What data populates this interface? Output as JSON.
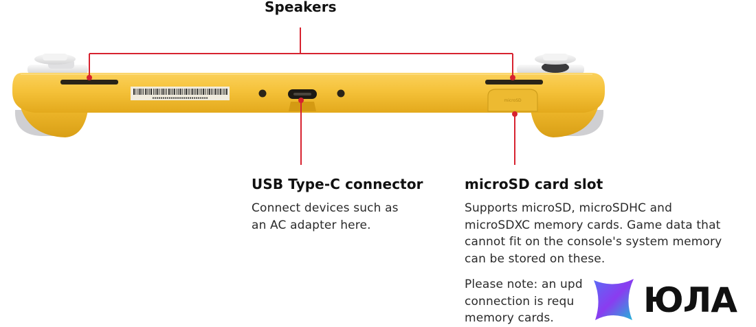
{
  "callouts": {
    "speakers": {
      "title": "Speakers"
    },
    "usb": {
      "title": "USB Type-C connector",
      "lines": [
        "Connect devices such as",
        "an AC adapter here."
      ]
    },
    "microsd": {
      "title": "microSD card slot",
      "lines": [
        "Supports microSD, microSDHC and",
        "microSDXC memory cards. Game data that",
        "cannot fit on the console's system memory",
        "can be stored on these."
      ],
      "note_lines": [
        "Please note: an upd",
        "connection is requ",
        "memory cards."
      ]
    }
  },
  "console": {
    "body_color": "#f5c23a",
    "button_color": "#e9e9ea",
    "callout_line_color": "#d7222f",
    "barcode_caption": "▪▪▪▪▪▪▪▪▪▪▪▪▪▪▪▪▪▪▪▪▪▪▪▪▪▪▪",
    "slot_cover_label": "microSD"
  },
  "watermark": {
    "text": "ЮЛА",
    "logo_icon": "yula-star-icon"
  }
}
